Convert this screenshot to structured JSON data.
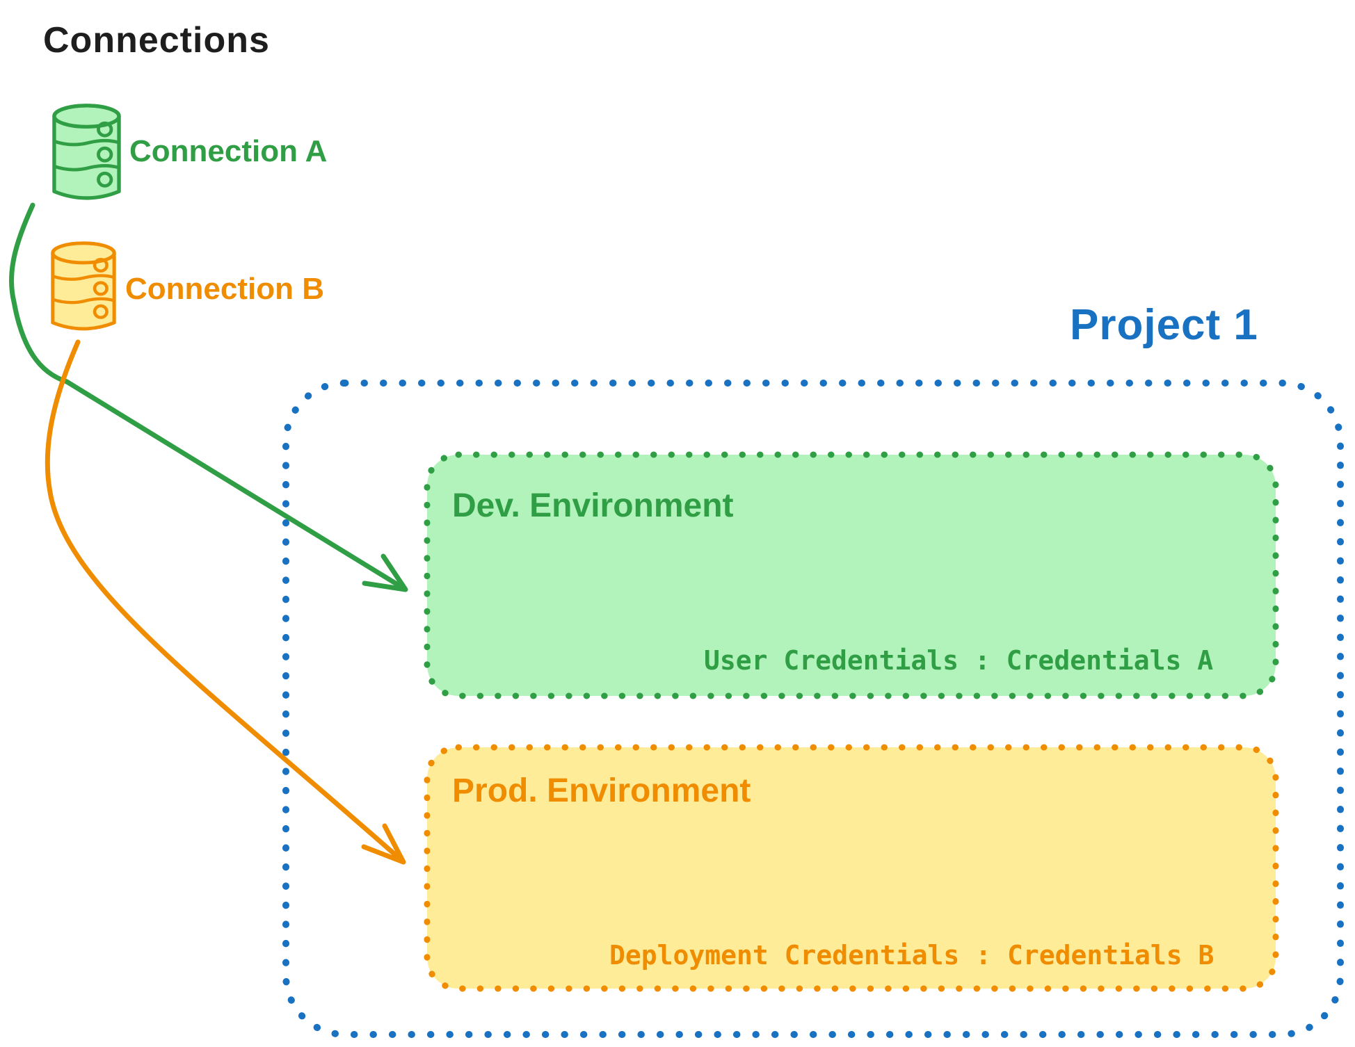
{
  "title": "Connections",
  "connections": [
    {
      "id": "A",
      "label": "Connection A",
      "stroke_color": "#2f9e44",
      "fill_color": "#b2f2bb",
      "icon": "database-icon"
    },
    {
      "id": "B",
      "label": "Connection B",
      "stroke_color": "#f08c00",
      "fill_color": "#ffec99",
      "icon": "database-icon"
    }
  ],
  "project": {
    "label": "Project 1",
    "border_color": "#1971c2",
    "border_style": "dotted",
    "environments": [
      {
        "label": "Dev. Environment",
        "credentials": "User Credentials : Credentials A",
        "stroke_color": "#2f9e44",
        "fill_color": "#b2f2bb",
        "border_style": "dotted"
      },
      {
        "label": "Prod. Environment",
        "credentials": "Deployment Credentials : Credentials B",
        "stroke_color": "#f08c00",
        "fill_color": "#ffec99",
        "border_style": "dotted"
      }
    ]
  },
  "arrows": [
    {
      "from": "Connection A",
      "to": "Dev. Environment",
      "color": "#2f9e44"
    },
    {
      "from": "Connection B",
      "to": "Prod. Environment",
      "color": "#f08c00"
    }
  ]
}
